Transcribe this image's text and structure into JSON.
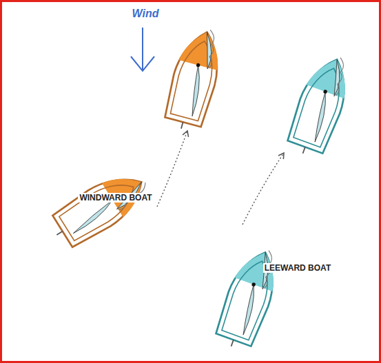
{
  "diagram": {
    "labels": [
      "Wind",
      "WINDWARD BOAT",
      "LEEWARD BOAT"
    ]
  }
}
